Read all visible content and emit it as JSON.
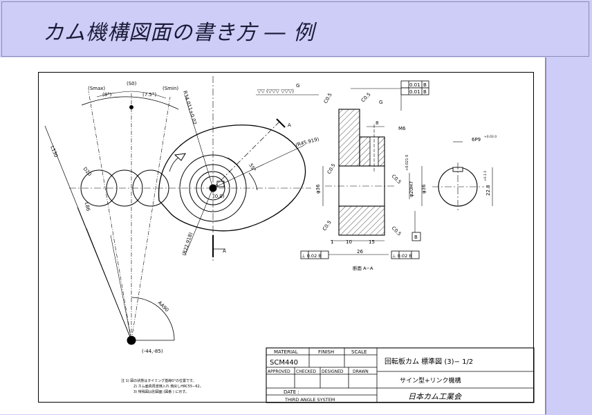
{
  "title": "カム機構図面の書き方 ― 例",
  "drawing": {
    "left_view": {
      "smax": "(Smax)",
      "s0": "(S0)",
      "smin": "(Smin)",
      "ang1": "(8°)",
      "ang2": "(7.5°)",
      "l130": "L130",
      "d20": "D20",
      "l86": "L86",
      "radius_main": "R34.011±0.02",
      "r45": "(R45.919)",
      "r22": "(R22.918)",
      "angle55": "55°",
      "origin": "(0,0)",
      "aa90": "AA90",
      "pivot": "(-44,-85)",
      "section_a": "A",
      "roughness": "▽▽ (▽▽▽ ▽▽▽)",
      "g": "G"
    },
    "section_view": {
      "flat1": "0.01",
      "flat2": "0.01",
      "datum_b": "B",
      "c05": "C0.5",
      "m6": "M6",
      "d8": "8",
      "g": "G",
      "phi36_left": "φ36",
      "phi36_right": "φ36",
      "phi20": "φ20H7",
      "tol": "+0.021 0",
      "dim1": "1",
      "dim10": "10",
      "dim15": "15",
      "dim26": "26",
      "perp_left": "⊥ 0.02 B",
      "perp_right": "⊥ 0.02 B",
      "section_label": "断面 A−A"
    },
    "side_view": {
      "key": "6P9",
      "key_tol": "+0.03 0",
      "depth": "22.8",
      "depth_tol": "+0.1 0"
    },
    "notes": {
      "n1": "注 1) 図の状態はタイミング基線0°の位置です。",
      "n2": "2) カム面高周波焼入れ 焼戻しHRC55−62。",
      "n3": "3) 特殊図は別図面 (図番          ) に示す。"
    },
    "title_block": {
      "material_h": "MATERIAL",
      "finish_h": "FINISH",
      "scale_h": "SCALE",
      "material": "SCM440",
      "approved": "APPROVED",
      "checked": "CHECKED",
      "designed": "DESIGNED",
      "drawn": "DRAWN",
      "date": "DATE :",
      "system": "THIRD ANGLE SYSTEM",
      "name": "回転板カム 標準図 (3)− 1/2",
      "subtitle": "サイン型+リンク機構",
      "company": "日本カム工業会"
    }
  },
  "colors": {
    "band": "#cdcdf7",
    "title_text": "#1b1b38"
  }
}
